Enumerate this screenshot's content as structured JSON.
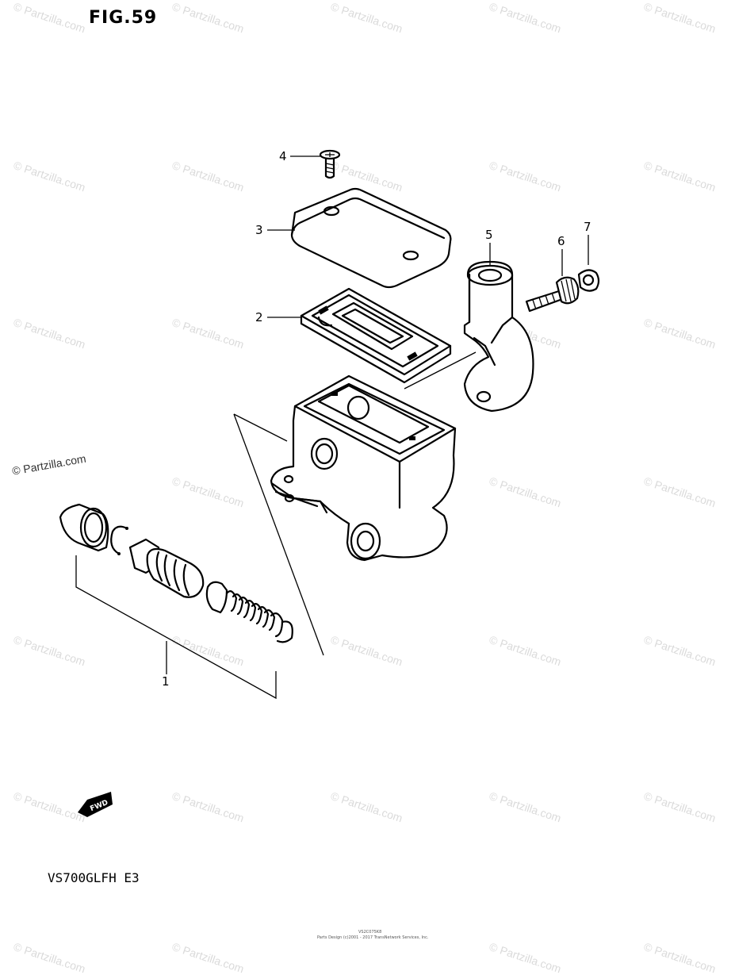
{
  "figure": {
    "title": "FIG.59",
    "model": "VS700GLFH E3"
  },
  "callouts": [
    "1",
    "2",
    "3",
    "4",
    "5",
    "6",
    "7"
  ],
  "direction_badge": "FWD",
  "logo_text": "© Partzilla.com",
  "watermark_text": "© Partzilla.com",
  "footer": {
    "code": "VS2C075K8",
    "credit": "Parts Design (c)2001 - 2017 TransNetwork Services, Inc."
  },
  "colors": {
    "line": "#000000",
    "background": "#ffffff",
    "watermark": "#969696"
  }
}
